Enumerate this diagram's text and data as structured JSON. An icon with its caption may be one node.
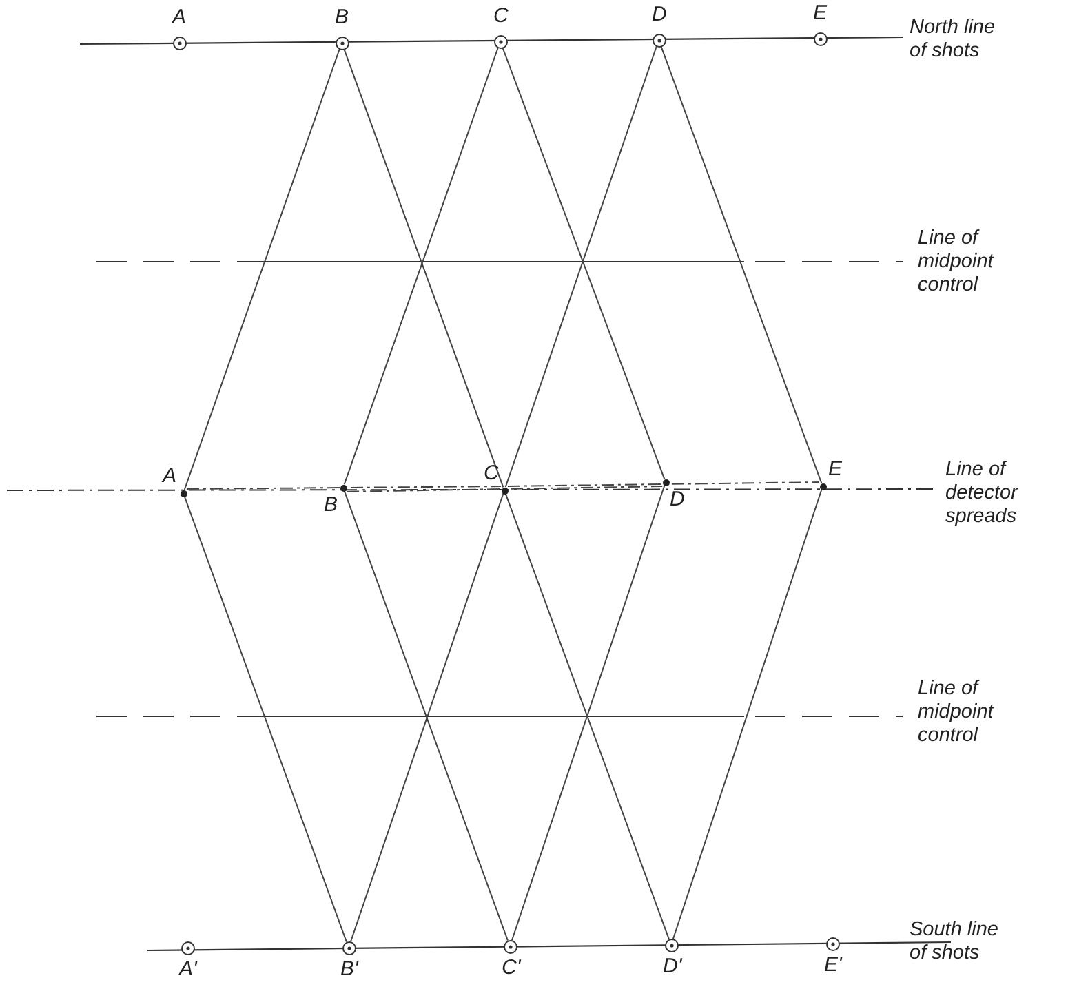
{
  "diagram": {
    "nodes": [
      {
        "text": [
          "A"
        ]
      },
      {
        "text": [
          "B"
        ]
      },
      {
        "text": [
          "C"
        ]
      },
      {
        "text": [
          "D"
        ]
      },
      {
        "text": [
          "E"
        ]
      },
      {
        "text": [
          "A"
        ]
      },
      {
        "text": [
          "B"
        ]
      },
      {
        "text": [
          "C"
        ]
      },
      {
        "text": [
          "D"
        ]
      },
      {
        "text": [
          "E"
        ]
      },
      {
        "text": [
          "A'"
        ]
      },
      {
        "text": [
          "B'"
        ]
      },
      {
        "text": [
          "C'"
        ]
      },
      {
        "text": [
          "D'"
        ]
      },
      {
        "text": [
          "E'"
        ]
      }
    ],
    "edges": [
      {
        "from": 1,
        "to": 5,
        "arrow": "none"
      },
      {
        "from": 1,
        "to": 7,
        "arrow": "none"
      },
      {
        "from": 2,
        "to": 6,
        "arrow": "none"
      },
      {
        "from": 2,
        "to": 8,
        "arrow": "none"
      },
      {
        "from": 3,
        "to": 7,
        "arrow": "none"
      },
      {
        "from": 3,
        "to": 9,
        "arrow": "none"
      },
      {
        "from": 11,
        "to": 5,
        "arrow": "none"
      },
      {
        "from": 11,
        "to": 7,
        "arrow": "none"
      },
      {
        "from": 12,
        "to": 6,
        "arrow": "none"
      },
      {
        "from": 12,
        "to": 8,
        "arrow": "none"
      },
      {
        "from": 13,
        "to": 7,
        "arrow": "none"
      },
      {
        "from": 13,
        "to": 9,
        "arrow": "none"
      },
      {
        "from": 5,
        "to": 7,
        "arrow": "none",
        "style": "dashed"
      },
      {
        "from": 6,
        "to": 8,
        "arrow": "none",
        "style": "dashed"
      },
      {
        "from": 7,
        "to": 9,
        "arrow": "none",
        "style": "dashed"
      }
    ],
    "labels": [
      "North line of shots",
      "Line of midpoint control",
      "Line of detector spreads",
      "Line of midpoint control",
      "South line of shots"
    ]
  }
}
